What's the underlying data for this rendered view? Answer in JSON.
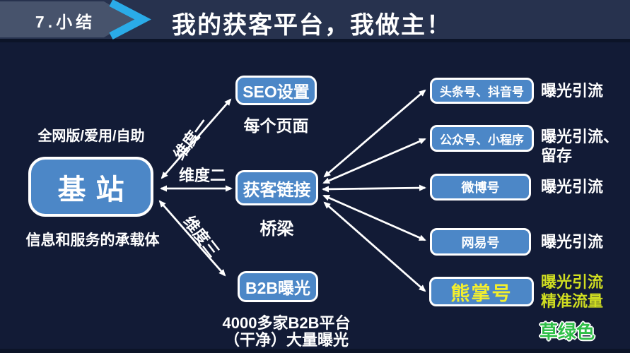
{
  "header": {
    "tag_label": "7.小结",
    "title": "我的获客平台，我做主！",
    "accent_color": "#2aabe8"
  },
  "colors": {
    "background": "#121b36",
    "header_bg": "#27324e",
    "tag_bg": "#47536c",
    "node_blue": "#4c87c7",
    "highlight_yellow": "#f3ef2e",
    "result_yellow_green": "#cfdd21",
    "note_green": "#2fbf48"
  },
  "base_station": {
    "top_caption": "全网版/爱用/自助",
    "box_label": "基站",
    "bottom_caption": "信息和服务的承载体"
  },
  "dimension_labels": [
    {
      "label": "维度一"
    },
    {
      "label": "维度二"
    },
    {
      "label": "维度三"
    }
  ],
  "middle_nodes": [
    {
      "box_label": "SEO设置",
      "caption": "每个页面"
    },
    {
      "box_label": "获客链接",
      "caption": "桥梁"
    },
    {
      "box_label": "B2B曝光",
      "caption_line1": "4000多家B2B平台",
      "caption_line2": "（干净）大量曝光"
    }
  ],
  "channels": [
    {
      "box_label": "头条号、抖音号",
      "result_line1": "曝光引流",
      "result_line2": ""
    },
    {
      "box_label": "公众号、小程序",
      "result_line1": "曝光引流、",
      "result_line2": "留存"
    },
    {
      "box_label": "微博号",
      "result_line1": "曝光引流",
      "result_line2": ""
    },
    {
      "box_label": "网易号",
      "result_line1": "曝光引流",
      "result_line2": ""
    },
    {
      "box_label": "熊掌号",
      "result_line1": "曝光引流",
      "result_line2": "精准流量"
    }
  ],
  "note": {
    "text": "草绿色"
  }
}
